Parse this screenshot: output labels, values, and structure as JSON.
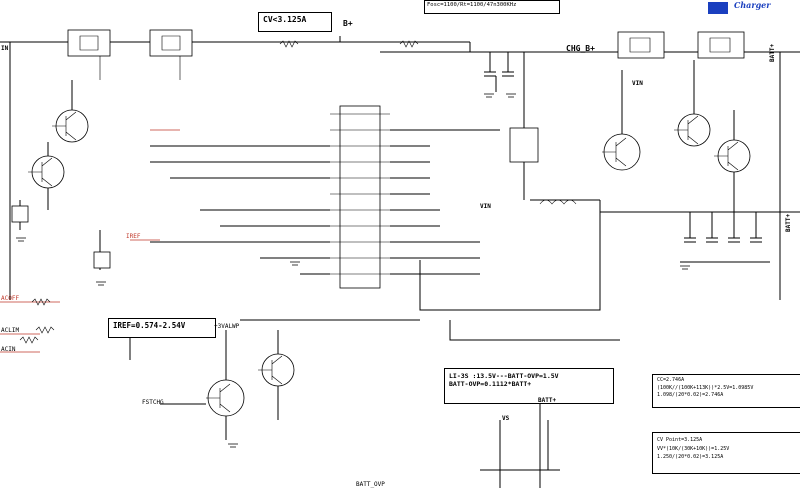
{
  "header_box": "Fosc=1100/Rt=1100/47n300KHz",
  "charger_title": "Charger",
  "cv_current_box": "CV<3.125A",
  "iref_box": "IREF=0.574-2.54V",
  "ovp_box": {
    "line1": "LI-3S :13.5V---BATT-OVP=1.5V",
    "line2": "BATT-OVP=0.1112*BATT+"
  },
  "cc_box": {
    "line1": "CC=2.746A",
    "line2": "(100K//(100K+113K))*2.5V=1.0985V",
    "line3": "1.098/(20*0.02)=2.746A"
  },
  "cv_point_box": {
    "line1": "CV Point=3.125A",
    "line2": "VV*(10K/(30K+10K))=1.25V",
    "line3": "1.250/(20*0.02)=3.125A"
  },
  "net_labels": {
    "b_plus": "B+",
    "chg_b_plus": "CHG_B+",
    "batt_plus_top": "BATT+",
    "batt_plus_right": "BATT+",
    "batt_plus_bottom": "BATT+",
    "vin_right": "VIN",
    "vin_left": "IN",
    "vin_mid": "VIN",
    "vin_bottom": "VS",
    "vs_mid": "+3VALWP",
    "batt_ovp": "BATT_OVP",
    "fstchg": "FSTCHG",
    "acoff": "ACOFF",
    "aclim": "ACLIM",
    "acin": "ACIN",
    "iref": "IREF"
  }
}
